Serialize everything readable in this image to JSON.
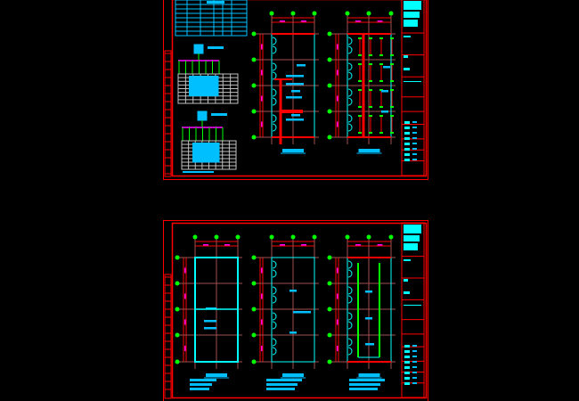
{
  "viewer": {
    "background": "#000000"
  },
  "colors": {
    "frame": "#ff0000",
    "grid": "#a05050",
    "wall": "#00ffff",
    "text_block": "#00bfff",
    "axis_bubble": "#00ff00",
    "mark": "#ff00ff",
    "table": "#c0c0c0"
  },
  "sheets": [
    {
      "id": "sheet-1",
      "plans": 2,
      "has_schedule": true
    },
    {
      "id": "sheet-2",
      "plans": 3,
      "has_schedule": false
    }
  ]
}
